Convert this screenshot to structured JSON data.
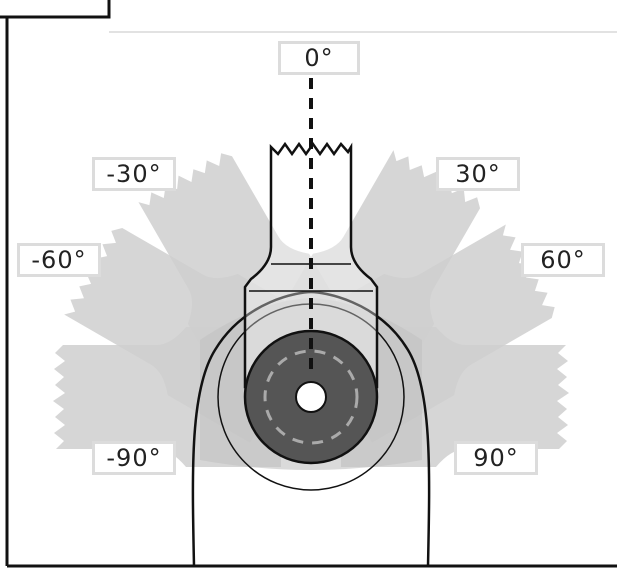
{
  "diagram": {
    "labels": {
      "deg_0": "0°",
      "deg_neg30": "-30°",
      "deg_pos30": "30°",
      "deg_neg60": "-60°",
      "deg_pos60": "60°",
      "deg_neg90": "-90°",
      "deg_pos90": "90°"
    },
    "ghost_angles": [
      -90,
      -60,
      -30,
      30,
      60,
      90
    ],
    "colors": {
      "ghost": "#cfcfcf",
      "hub_dark": "#555555",
      "hub_dash": "#aaaaaa",
      "outline": "#111111",
      "label_border": "#dcdcdc"
    }
  }
}
